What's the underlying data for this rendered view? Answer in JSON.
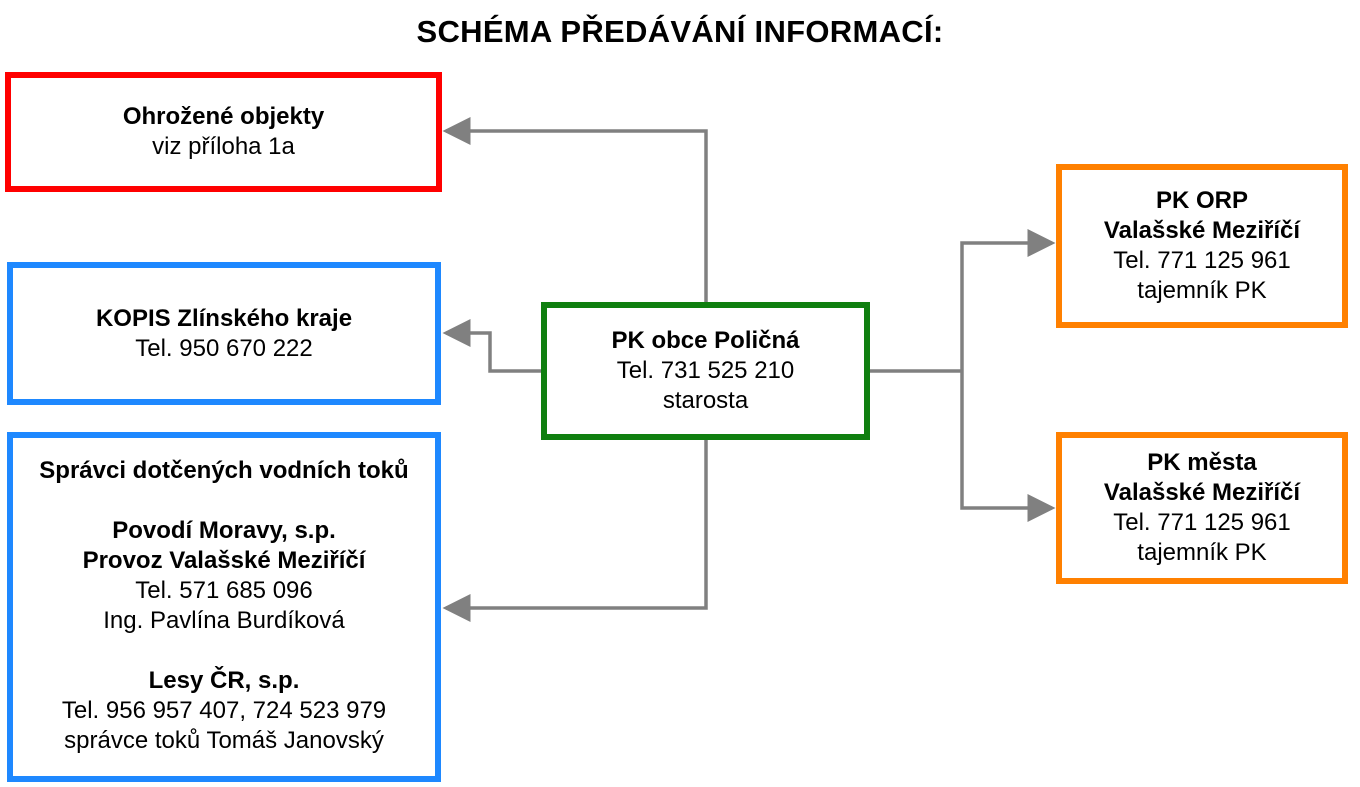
{
  "title": "SCHÉMA PŘEDÁVÁNÍ INFORMACÍ:",
  "colors": {
    "threatened_border": "#ff0000",
    "kopis_border": "#1e88ff",
    "managers_border": "#1e88ff",
    "center_border": "#0f7f0f",
    "orp_border": "#ff8000",
    "city_border": "#ff8000",
    "connector": "#808080"
  },
  "boxes": {
    "threatened": {
      "title": "Ohrožené objekty",
      "line1": "viz příloha 1a"
    },
    "kopis": {
      "title": "KOPIS Zlínského kraje",
      "phone": "Tel. 950 670 222"
    },
    "managers": {
      "title": "Správci dotčených vodních toků",
      "povodi": {
        "name": "Povodí Moravy, s.p.",
        "unit": "Provoz Valašské Meziříčí",
        "phone": "Tel. 571 685 096",
        "person": "Ing. Pavlína Burdíková"
      },
      "lesy": {
        "name": "Lesy ČR, s.p.",
        "phone": "Tel. 956 957 407, 724 523 979",
        "person": "správce toků Tomáš Janovský"
      }
    },
    "center": {
      "title": "PK obce Poličná",
      "phone": "Tel. 731 525 210",
      "role": "starosta"
    },
    "orp": {
      "title": "PK ORP",
      "subtitle": "Valašské Meziříčí",
      "phone": "Tel. 771 125 961",
      "role": "tajemník PK"
    },
    "city": {
      "title": "PK města",
      "subtitle": "Valašské Meziříčí",
      "phone": "Tel. 771 125 961",
      "role": "tajemník PK"
    }
  }
}
